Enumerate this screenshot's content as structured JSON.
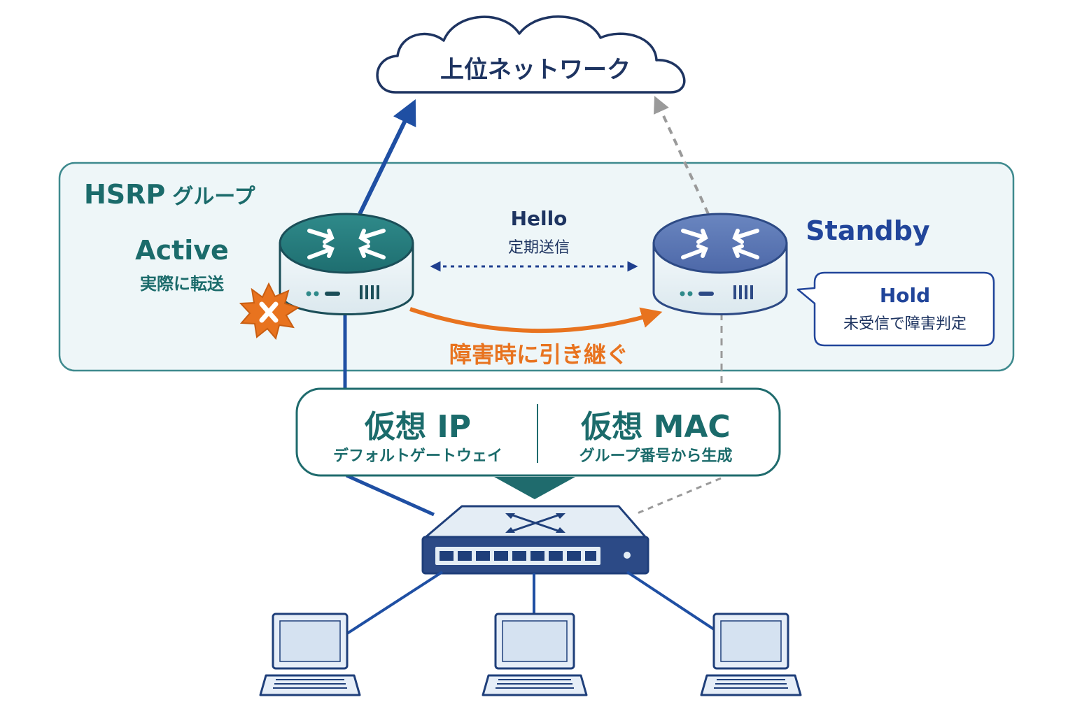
{
  "cloud": {
    "label": "上位ネットワーク"
  },
  "hsrp_group": {
    "title": "HSRP",
    "title_suffix": "グループ"
  },
  "active_router": {
    "role": "Active",
    "description": "実際に転送"
  },
  "standby_router": {
    "role": "Standby"
  },
  "hello": {
    "title": "Hello",
    "description": "定期送信"
  },
  "failover": {
    "label": "障害時に引き継ぐ"
  },
  "hold": {
    "title": "Hold",
    "description": "未受信で障害判定"
  },
  "virtual_ip": {
    "title": "仮想 IP",
    "description": "デフォルトゲートウェイ"
  },
  "virtual_mac": {
    "title": "仮想 MAC",
    "description": "グループ番号から生成"
  },
  "icons": [
    "cloud-icon",
    "router-icon",
    "failure-burst-icon",
    "switch-icon",
    "laptop-icon"
  ],
  "colors": {
    "active_teal": "#1b6b6b",
    "standby_blue": "#21459a",
    "failover_orange": "#e8731f",
    "link_blue": "#1f4fa3",
    "standby_link_gray": "#9a9a9a",
    "group_bg": "#eef6f8"
  }
}
